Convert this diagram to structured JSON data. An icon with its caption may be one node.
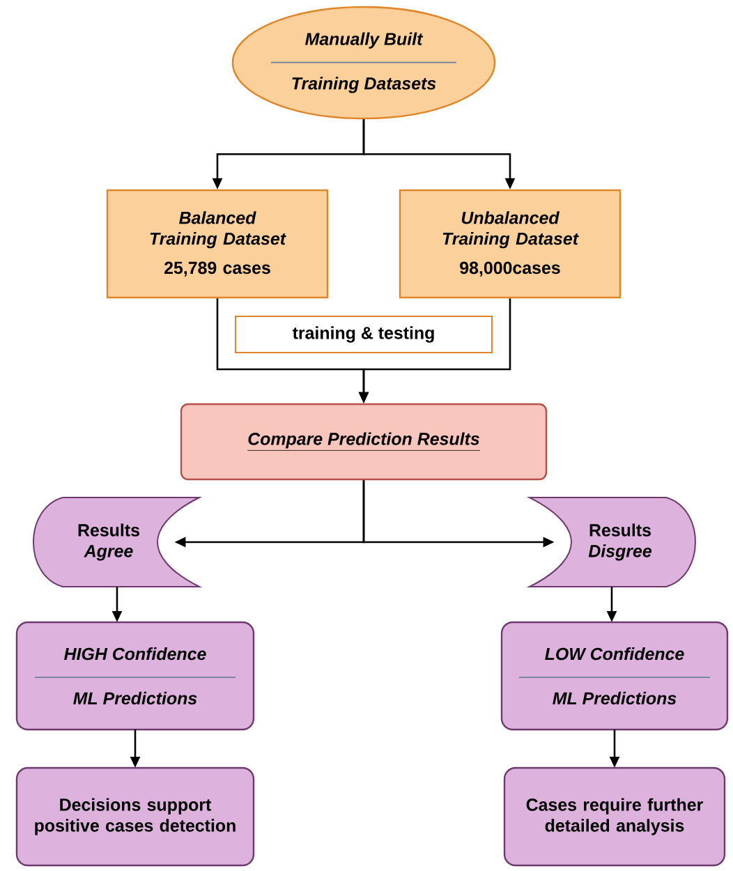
{
  "diagram": {
    "nodes": [
      {
        "text": [
          "Manually Built",
          "Training Datasets"
        ]
      },
      {
        "text": [
          "Balanced Training Dataset",
          "25,789 cases"
        ]
      },
      {
        "text": [
          "Unbalanced Training Dataset",
          "98,000cases"
        ]
      },
      {
        "text": [
          "training & testing"
        ]
      },
      {
        "text": [
          "Compare Prediction Results"
        ]
      },
      {
        "text": [
          "Results",
          "Agree"
        ]
      },
      {
        "text": [
          "Results",
          "Disgree"
        ]
      },
      {
        "text": [
          "HIGH Confidence",
          "ML Predictions"
        ]
      },
      {
        "text": [
          "LOW Confidence",
          "ML Predictions"
        ]
      },
      {
        "text": [
          "Decisions support positive cases detection"
        ]
      },
      {
        "text": [
          "Cases require further detailed analysis"
        ]
      }
    ],
    "edges": [
      {
        "from": 0,
        "to": 1,
        "arrow": "to"
      },
      {
        "from": 0,
        "to": 2,
        "arrow": "to"
      },
      {
        "from": 1,
        "to": 4,
        "arrow": "to"
      },
      {
        "from": 2,
        "to": 4,
        "arrow": "to"
      },
      {
        "from": 4,
        "to": 5,
        "arrow": "to"
      },
      {
        "from": 4,
        "to": 6,
        "arrow": "to"
      },
      {
        "from": 5,
        "to": 7,
        "arrow": "to"
      },
      {
        "from": 6,
        "to": 8,
        "arrow": "to"
      },
      {
        "from": 7,
        "to": 9,
        "arrow": "to"
      },
      {
        "from": 8,
        "to": 10,
        "arrow": "to"
      }
    ]
  }
}
